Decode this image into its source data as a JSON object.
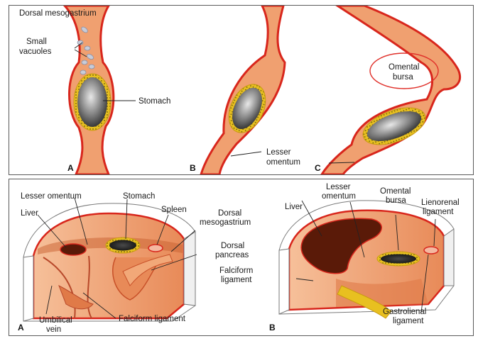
{
  "top": {
    "labels": {
      "dorsal_mesogastrium": "Dorsal mesogastrium",
      "small_vacuoles_1": "Small",
      "small_vacuoles_2": "vacuoles",
      "stomach": "Stomach",
      "lesser_omentum_1": "Lesser",
      "lesser_omentum_2": "omentum",
      "omental_bursa_1": "Omental",
      "omental_bursa_2": "bursa"
    },
    "panel_letters": [
      "A",
      "B",
      "C"
    ]
  },
  "bottom": {
    "left": {
      "letter": "A",
      "labels": {
        "lesser_omentum": "Lesser omentum",
        "stomach": "Stomach",
        "liver": "Liver",
        "spleen": "Spleen",
        "dorsal_mesogastrium_1": "Dorsal",
        "dorsal_mesogastrium_2": "mesogastrium",
        "dorsal_pancreas_1": "Dorsal",
        "dorsal_pancreas_2": "pancreas",
        "umbilical_vein_1": "Umbilical",
        "umbilical_vein_2": "vein",
        "falciform_ligament": "Falciform ligament"
      }
    },
    "right": {
      "letter": "B",
      "labels": {
        "liver": "Liver",
        "lesser_omentum_1": "Lesser",
        "lesser_omentum_2": "omentum",
        "omental_bursa_1": "Omental",
        "omental_bursa_2": "bursa",
        "lienorenal_1": "Lienorenal",
        "lienorenal_2": "ligament",
        "falciform_1": "Falciform",
        "falciform_2": "ligament",
        "gastrolienal_1": "Gastrolienal",
        "gastrolienal_2": "ligament"
      }
    }
  },
  "colors": {
    "tissue": "#f0a070",
    "tissue_edge": "#d8261c",
    "stomach_ring": "#e8c020",
    "liver": "#5a1a08",
    "highlight_circle": "#e0302a"
  }
}
